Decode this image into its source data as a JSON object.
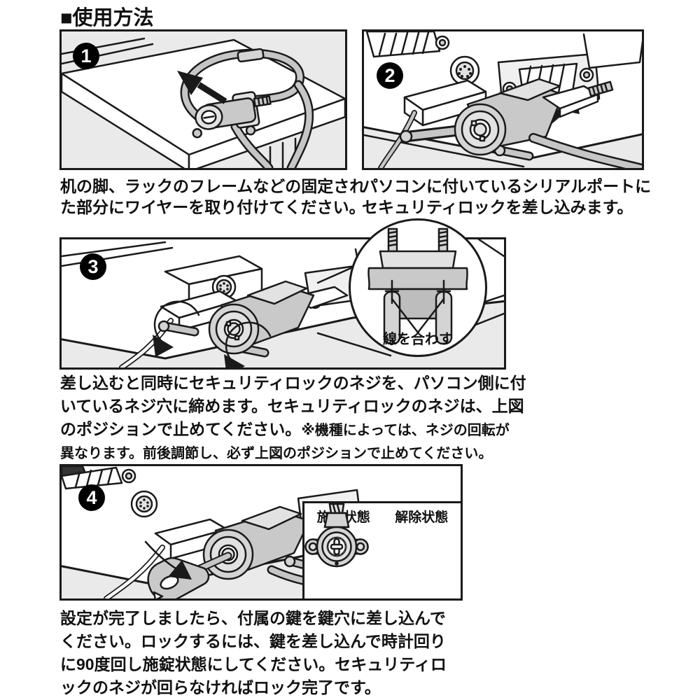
{
  "page": {
    "title": "■使用方法"
  },
  "colors": {
    "panel_bg": "#eaeaea",
    "line_black": "#1a1a1a",
    "metal_gray": "#c9c9c9",
    "light_gray": "#e2e2e2",
    "badge_bg": "#000000",
    "badge_text": "#ffffff"
  },
  "icons": [
    "attach-direction-arrow-icon",
    "insert-arrow-icon",
    "rotate-screw-arrow-icon",
    "turn-key-arrow-icon"
  ],
  "steps": [
    {
      "number": "1",
      "illustration": "wire-looped-around-desk-corner",
      "caption_lines": [
        "机の脚、ラックのフレームなどの固定され",
        "た部分にワイヤーを取り付けてください。"
      ]
    },
    {
      "number": "2",
      "illustration": "security-lock-inserted-into-serial-port",
      "caption_lines": [
        "パソコンに付いているシリアルポートに",
        "セキュリティロックを差し込みます。"
      ]
    },
    {
      "number": "3",
      "illustration": "tightening-lock-screws-into-screw-holes",
      "magnifier_label": "線を合わす",
      "caption_lines": [
        "差し込むと同時にセキュリティロックのネジを、パソコン側に付",
        "いているネジ穴に締めます。セキュリティロックのネジは、上図"
      ],
      "caption_line3_normal": "のポジションで止めてください。",
      "caption_line3_note": "※機種によっては、ネジの回転が",
      "caption_line4_note": "異なります。前後調節し、必ず上図のポジションで止めてください。"
    },
    {
      "number": "4",
      "illustration": "turning-key-clockwise-to-lock",
      "inset": {
        "locked_label": "施錠状態",
        "unlocked_label": "解除状態"
      },
      "caption_lines": [
        "設定が完了しましたら、付属の鍵を鍵穴に差し込んで",
        "ください。ロックするには、鍵を差し込んで時計回り",
        "に90度回し施錠状態にしてください。セキュリティロ",
        "ックのネジが回らなければロック完了です。"
      ]
    }
  ]
}
